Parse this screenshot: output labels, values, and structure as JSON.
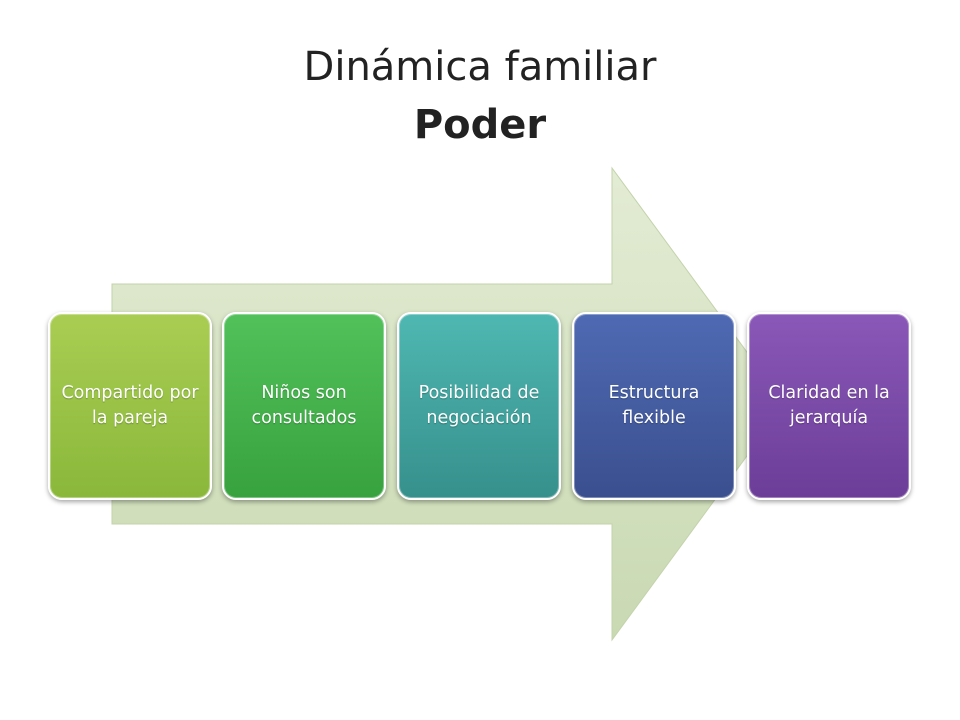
{
  "title": {
    "line1": "Dinámica familiar",
    "line2": "Poder"
  },
  "steps": [
    {
      "label": "Compartido por la pareja",
      "color": "#9bc346"
    },
    {
      "label": "Niños son consultados",
      "color": "#45b24c"
    },
    {
      "label": "Posibilidad de negociación",
      "color": "#42a6a1"
    },
    {
      "label": "Estructura flexible",
      "color": "#455da2"
    },
    {
      "label": "Claridad en la jerarquía",
      "color": "#7b4ba9"
    }
  ],
  "arrow_color": "#d7e4c3"
}
